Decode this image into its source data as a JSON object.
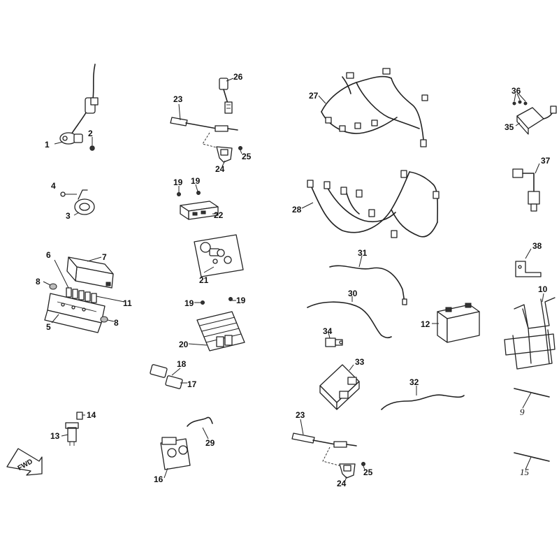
{
  "callouts": {
    "c1": "1",
    "c2": "2",
    "c3": "3",
    "c4": "4",
    "c5": "5",
    "c6": "6",
    "c7": "7",
    "c8a": "8",
    "c8b": "8",
    "c9": "9",
    "c10": "10",
    "c11": "11",
    "c12": "12",
    "c13": "13",
    "c14": "14",
    "c15": "15",
    "c16": "16",
    "c17": "17",
    "c18": "18",
    "c19a": "19",
    "c19b": "19",
    "c19c": "19",
    "c19d": "19",
    "c20": "20",
    "c21": "21",
    "c22": "22",
    "c23a": "23",
    "c23b": "23",
    "c24a": "24",
    "c24b": "24",
    "c25a": "25",
    "c25b": "25",
    "c26": "26",
    "c27": "27",
    "c28": "28",
    "c29": "29",
    "c30": "30",
    "c31": "31",
    "c32": "32",
    "c33": "33",
    "c34": "34",
    "c35": "35",
    "c36": "36",
    "c37": "37",
    "c38": "38"
  },
  "fwd_arrow_text": "FWD",
  "colors": {
    "line": "#222222",
    "background": "#ffffff"
  }
}
